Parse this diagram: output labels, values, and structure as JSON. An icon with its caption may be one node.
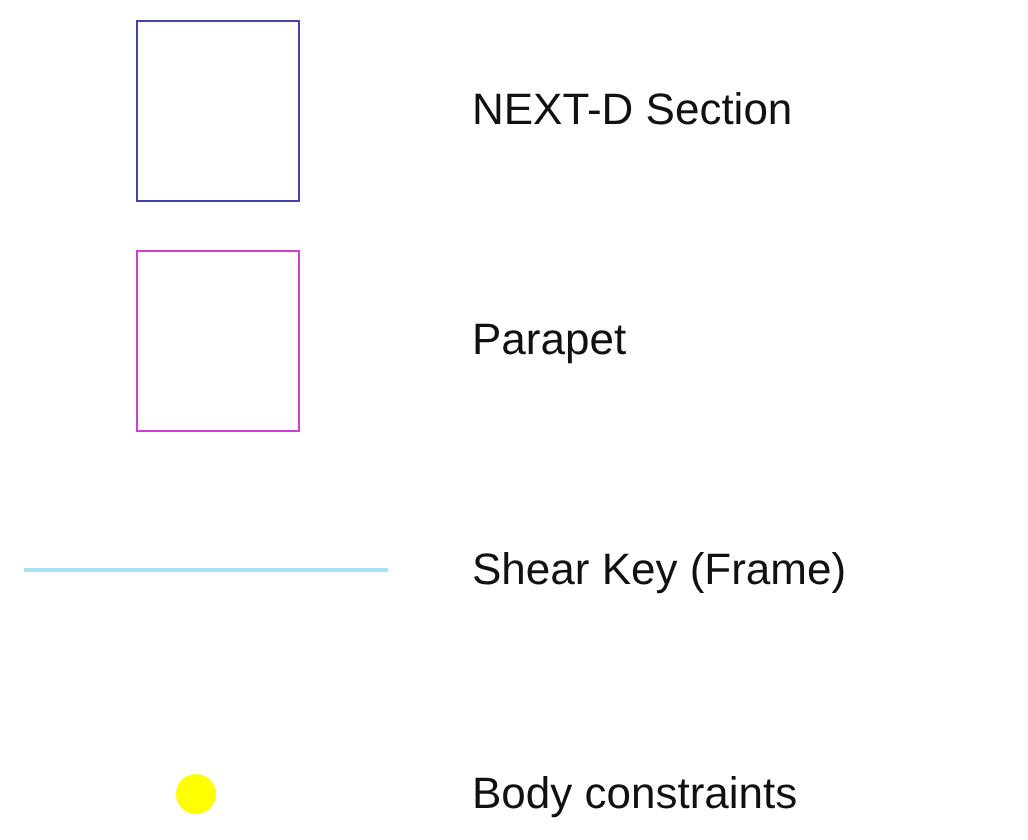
{
  "diagram": {
    "legend": [
      {
        "text": "NEXT-D Section"
      },
      {
        "text": "Parapet"
      },
      {
        "text": "Shear Key (Frame)"
      },
      {
        "text": "Body constraints"
      }
    ]
  }
}
